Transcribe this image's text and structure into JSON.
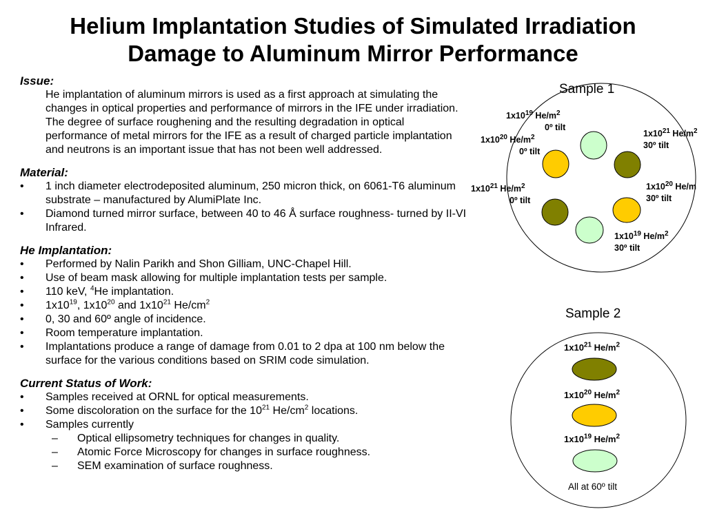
{
  "title": {
    "line1": "Helium Implantation Studies of Simulated Irradiation",
    "line2": "Damage to Aluminum Mirror Performance"
  },
  "issue": {
    "heading": "Issue:",
    "body": "He implantation of aluminum mirrors is used as a first approach at simulating the changes in optical properties and performance of mirrors in the IFE under irradiation.  The degree of surface roughening and the resulting degradation in optical performance of metal mirrors for the IFE as a result of charged particle implantation and neutrons is an important issue that has not been well addressed."
  },
  "material": {
    "heading": "Material:",
    "bullet_marker": "•",
    "items": [
      "1 inch diameter electrodeposited aluminum, 250 micron thick, on 6061-T6 aluminum substrate – manufactured by AlumiPlate Inc.",
      "Diamond turned mirror surface, between 40 to 46 Å surface roughness- turned by II-VI Infrared."
    ]
  },
  "implantation": {
    "heading": "He Implantation:",
    "items": {
      "i1": "Performed by Nalin Parikh and Shon Gilliam, UNC-Chapel Hill.",
      "i2": "Use of beam mask allowing for multiple implantation tests per sample.",
      "i3_pre": "110 keV, ",
      "i3_sup": "4",
      "i3_post": "He implantation.",
      "i4_a": "1x10",
      "i4_s1": "19",
      "i4_b": ", 1x10",
      "i4_s2": "20",
      "i4_c": " and 1x10",
      "i4_s3": "21",
      "i4_d": " He/cm",
      "i4_s4": "2",
      "i5": "0, 30 and 60º angle of incidence.",
      "i6": "Room temperature implantation.",
      "i7": "Implantations produce a range of damage from 0.01 to 2 dpa at 100 nm below the surface for the various conditions based on SRIM code simulation."
    }
  },
  "status": {
    "heading": "Current Status of Work:",
    "dash_marker": "–",
    "items": {
      "s1": "Samples received at ORNL for optical measurements.",
      "s2_pre": "Some discoloration on the surface for the 10",
      "s2_sup1": "21",
      "s2_mid": " He/cm",
      "s2_sup2": "2",
      "s2_post": " locations.",
      "s3": "Samples currently",
      "sub": [
        "Optical ellipsometry techniques for changes in quality.",
        "Atomic Force Microscopy for changes in surface roughness.",
        "SEM examination of surface roughness."
      ]
    }
  },
  "sample1": {
    "label": "Sample 1",
    "spots": [
      {
        "base": "1x10",
        "exp": "19",
        "unit": " He/m",
        "unit_exp": "2",
        "tilt": "0º tilt",
        "color": "#ccffcc"
      },
      {
        "base": "1x10",
        "exp": "20",
        "unit": " He/m",
        "unit_exp": "2",
        "tilt": "0º tilt",
        "color": "#ffcc00"
      },
      {
        "base": "1x10",
        "exp": "21",
        "unit": " He/m",
        "unit_exp": "2",
        "tilt": "0º tilt",
        "color": "#808000"
      },
      {
        "base": "1x10",
        "exp": "21",
        "unit": " He/m",
        "unit_exp": "2",
        "tilt": "30º tilt",
        "color": "#808000"
      },
      {
        "base": "1x10",
        "exp": "20",
        "unit": " He/m",
        "unit_exp": "",
        "tilt": "30º tilt",
        "color": "#ffcc00"
      },
      {
        "base": "1x10",
        "exp": "19",
        "unit": " He/m",
        "unit_exp": "2",
        "tilt": "30º tilt",
        "color": "#ccffcc"
      }
    ]
  },
  "sample2": {
    "label": "Sample 2",
    "spots": [
      {
        "base": "1x10",
        "exp": "21",
        "unit": " He/m",
        "unit_exp": "2",
        "color": "#808000"
      },
      {
        "base": "1x10",
        "exp": "20",
        "unit": " He/m",
        "unit_exp": "2",
        "color": "#ffcc00"
      },
      {
        "base": "1x10",
        "exp": "19",
        "unit": " He/m",
        "unit_exp": "2",
        "color": "#ccffcc"
      }
    ],
    "note": "All at 60º tilt"
  }
}
